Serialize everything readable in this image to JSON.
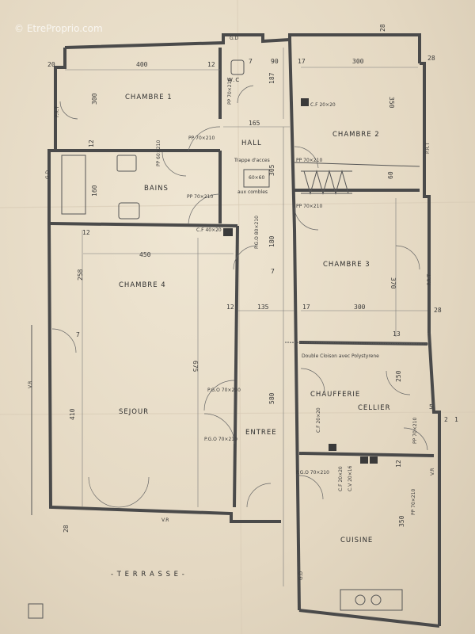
{
  "watermark": "© EtreProprio.com",
  "rooms": {
    "chambre1": "CHAMBRE 1",
    "wc": "W.C",
    "chambre2": "CHAMBRE 2",
    "hall": "HALL",
    "bains": "BAINS",
    "chambre3": "CHAMBRE 3",
    "chambre4": "CHAMBRE 4",
    "sejour": "SEJOUR",
    "entree": "ENTREE",
    "chaufferie": "CHAUFFERIE",
    "cellier": "CELLIER",
    "cuisine": "CUISINE",
    "terrasse": "- T E R R A S S E -"
  },
  "notes": {
    "trappe1": "Trappe d'acces",
    "trappe2": "60×60",
    "trappe3": "aux combles",
    "cloison": "Double Cloison avec Polystyrene"
  },
  "dimensions": {
    "d400": "400",
    "d12a": "12",
    "d7a": "7",
    "d90": "90",
    "d17a": "17",
    "d300a": "300",
    "d20": "20",
    "d28a": "28",
    "d300v": "300",
    "d187": "187",
    "d165": "165",
    "d350a": "350",
    "d305": "305",
    "d12b": "12",
    "d160": "160",
    "d60": "60",
    "d180": "180",
    "d450": "450",
    "d258": "258",
    "d370": "370",
    "d7b": "7",
    "d12c": "12",
    "d135": "135",
    "d17b": "17",
    "d300b": "300",
    "d28b": "28",
    "d13": "13",
    "d675": "675",
    "d410": "410",
    "d580": "580",
    "d250": "250",
    "d12d": "12",
    "d350b": "350",
    "d28c": "28",
    "d7c": "7",
    "d12e": "12",
    "d5": "5",
    "d2": "2",
    "d1": "1",
    "d28d": "28"
  },
  "openings": {
    "cf20a": "C.F 20×20",
    "pp70a": "PP 70×210",
    "pp70b": "PP 70×210",
    "pp70c": "PP 70×210",
    "pp60": "PP 60×210",
    "pp70d": "PP 70×210",
    "pp70e": "PP 70×210",
    "cf40": "C.F 40×20",
    "pgo80": "P.G.O 80×210",
    "pgo70a": "P.G.O 70×210",
    "pgo70b": "P.G.O 70×210",
    "pgo70c": "P.G.O 70×210",
    "pp70f": "PP 70×210",
    "cf20b": "C.F 20×20",
    "cf20c": "C.F 20×20",
    "cv20": "C.V 20×16",
    "pp70g": "PP 70×210",
    "prt1": "P.R.T",
    "prt2": "P.R.T",
    "prt3": "P.R.T",
    "gd1": "G.D",
    "gd2": "G.D",
    "gd3": "G.D",
    "vr1": "V.R",
    "vr2": "V.R",
    "vr3": "V.R"
  }
}
